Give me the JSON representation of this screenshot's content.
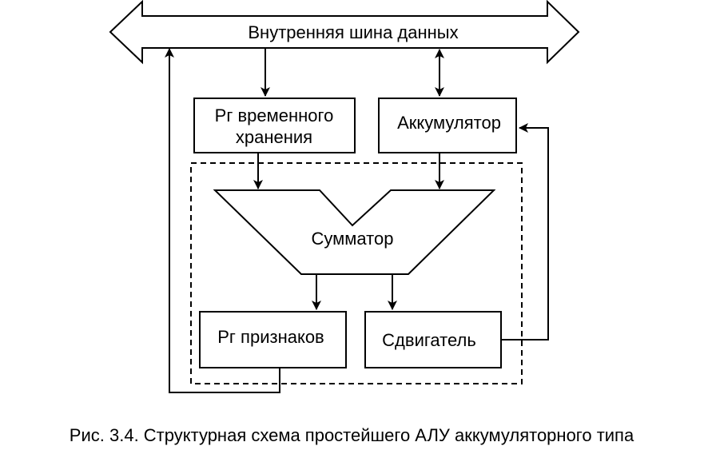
{
  "bus": {
    "label": "Внутренняя шина данных"
  },
  "blocks": {
    "temp_register": {
      "line1": "Рг временного",
      "line2": "хранения"
    },
    "accumulator": {
      "label": "Аккумулятор"
    },
    "adder": {
      "label": "Сумматор"
    },
    "flags_register": {
      "label": "Рг признаков"
    },
    "shifter": {
      "label": "Сдвигатель"
    }
  },
  "caption": "Рис. 3.4. Структурная схема простейшего АЛУ аккумуляторного типа"
}
